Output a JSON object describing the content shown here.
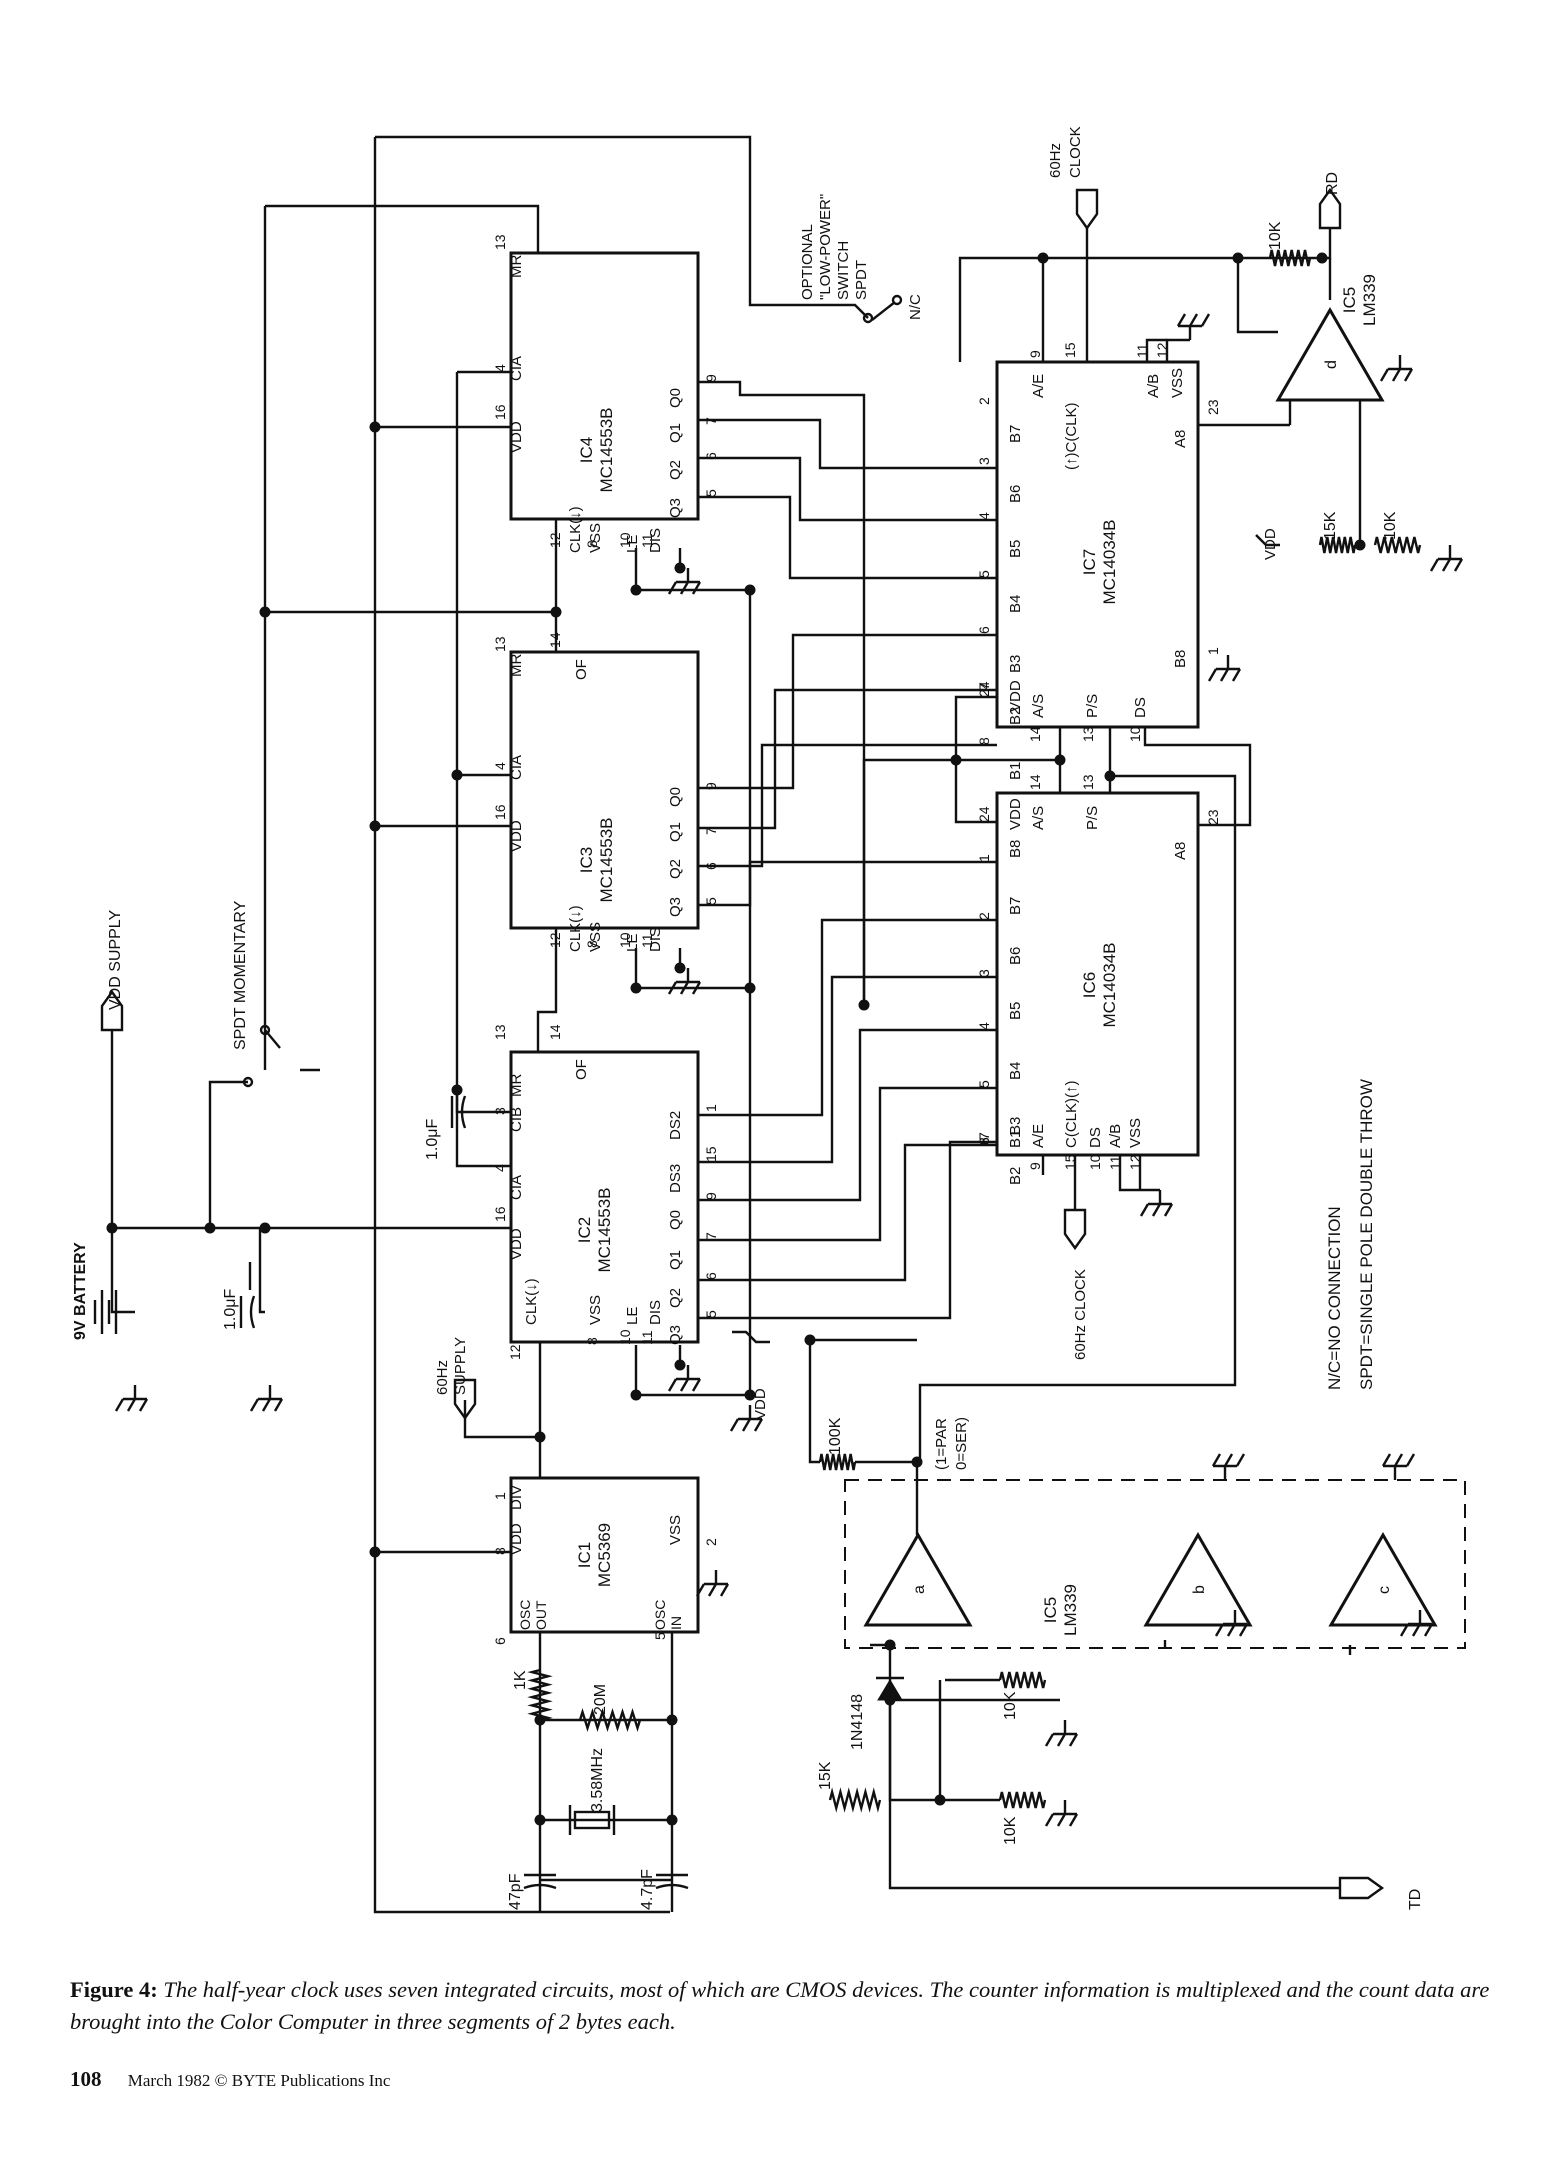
{
  "figure": {
    "label": "Figure 4:",
    "caption": "The half-year clock uses seven integrated circuits, most of which are CMOS devices. The counter information is multiplexed and the count data are brought into the Color Computer in three segments of 2 bytes each."
  },
  "footer": {
    "page_number": "108",
    "text": "March 1982 © BYTE Publications Inc"
  },
  "schematic": {
    "labels": {
      "battery": "9V BATTERY",
      "vdd_supply": "VDD SUPPLY",
      "spdt_momentary": "SPDT MOMENTARY",
      "supply_60hz": "60Hz SUPPLY",
      "clock_60hz_top": "60Hz CLOCK",
      "clock_60hz_ic6": "60Hz CLOCK",
      "optional_switch": "OPTIONAL \"LOW-POWER\" SWITCH SPDT",
      "nc": "N/C",
      "rd": "RD",
      "td": "TD",
      "vdd": "VDD",
      "par_ser": "(1=PAR 0=SER)",
      "legend_nc": "N/C=NO CONNECTION",
      "legend_spdt": "SPDT=SINGLE POLE DOUBLE THROW"
    },
    "chips": [
      {
        "ref": "IC1",
        "part": "MC5369"
      },
      {
        "ref": "IC2",
        "part": "MC14553B"
      },
      {
        "ref": "IC3",
        "part": "MC14553B"
      },
      {
        "ref": "IC4",
        "part": "MC14553B"
      },
      {
        "ref": "IC5",
        "part": "LM339"
      },
      {
        "ref": "IC6",
        "part": "MC14034B"
      },
      {
        "ref": "IC7",
        "part": "MC14034B"
      }
    ],
    "components": {
      "c_batt": "1.0μF",
      "c_ic2": "1.0μF",
      "r_1k": "1K",
      "r_20m": "20M",
      "crystal": "3.58MHz",
      "c_47p": "47pF",
      "c_4_7p": "4.7pF",
      "r_100k": "100K",
      "r_15k_a": "15K",
      "r_10k_a": "10K",
      "r_10k_b": "10K",
      "diode": "1N4148",
      "r_10k_rd": "10K",
      "r_15k_d": "15K",
      "r_10k_d": "10K"
    },
    "comparators": [
      "a",
      "b",
      "c",
      "d"
    ]
  }
}
